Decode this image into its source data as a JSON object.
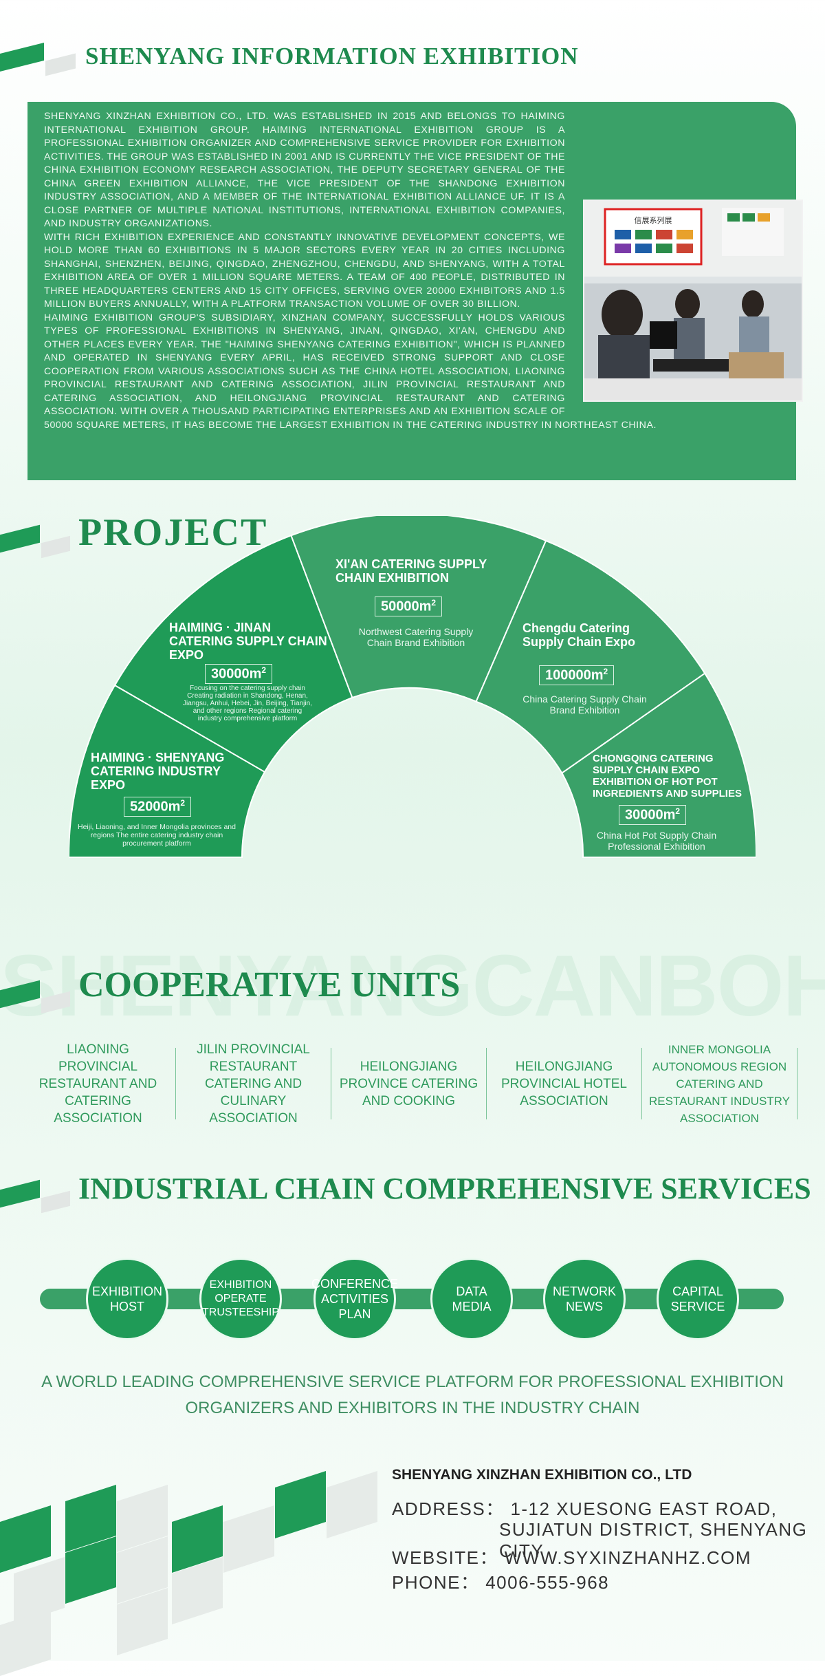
{
  "header": {
    "title": "SHENYANG INFORMATION EXHIBITION"
  },
  "intro": {
    "paragraphs": [
      "SHENYANG XINZHAN EXHIBITION CO., LTD. WAS ESTABLISHED IN 2015 AND BELONGS TO HAIMING INTERNATIONAL EXHIBITION GROUP. HAIMING INTERNATIONAL EXHIBITION GROUP IS A PROFESSIONAL EXHIBITION ORGANIZER AND COMPREHENSIVE SERVICE PROVIDER FOR EXHIBITION ACTIVITIES. THE GROUP WAS ESTABLISHED IN 2001 AND IS CURRENTLY THE VICE PRESIDENT OF THE CHINA EXHIBITION ECONOMY RESEARCH ASSOCIATION, THE DEPUTY SECRETARY GENERAL OF THE CHINA GREEN EXHIBITION ALLIANCE, THE VICE PRESIDENT OF THE SHANDONG EXHIBITION INDUSTRY ASSOCIATION, AND A MEMBER OF THE INTERNATIONAL EXHIBITION ALLIANCE UF. IT IS A CLOSE PARTNER OF MULTIPLE NATIONAL INSTITUTIONS, INTERNATIONAL EXHIBITION COMPANIES, AND INDUSTRY ORGANIZATIONS.",
      "WITH RICH EXHIBITION EXPERIENCE AND CONSTANTLY INNOVATIVE DEVELOPMENT CONCEPTS, WE HOLD MORE THAN 60 EXHIBITIONS IN 5 MAJOR SECTORS EVERY YEAR IN 20 CITIES INCLUDING SHANGHAI, SHENZHEN, BEIJING, QINGDAO, ZHENGZHOU, CHENGDU, AND SHENYANG, WITH A TOTAL EXHIBITION AREA OF OVER 1 MILLION SQUARE METERS. A TEAM OF 400 PEOPLE, DISTRIBUTED IN THREE HEADQUARTERS CENTERS AND 15 CITY OFFICES, SERVING OVER 20000 EXHIBITORS AND 1.5 MILLION BUYERS ANNUALLY, WITH A PLATFORM TRANSACTION VOLUME OF OVER 30 BILLION.",
      "HAIMING EXHIBITION GROUP'S SUBSIDIARY, XINZHAN COMPANY, SUCCESSFULLY HOLDS VARIOUS TYPES OF PROFESSIONAL EXHIBITIONS IN SHENYANG, JINAN, QINGDAO, XI'AN, CHENGDU AND OTHER PLACES EVERY YEAR. THE \"HAIMING SHENYANG CATERING EXHIBITION\", WHICH IS PLANNED AND OPERATED IN SHENYANG EVERY APRIL, HAS RECEIVED STRONG SUPPORT AND CLOSE COOPERATION FROM VARIOUS ASSOCIATIONS SUCH AS THE CHINA HOTEL ASSOCIATION, LIAONING PROVINCIAL RESTAURANT AND CATERING ASSOCIATION, JILIN PROVINCIAL RESTAURANT AND CATERING ASSOCIATION, AND HEILONGJIANG PROVINCIAL RESTAURANT AND CATERING ASSOCIATION. WITH OVER A THOUSAND PARTICIPATING ENTERPRISES AND AN EXHIBITION SCALE OF 50000 SQUARE METERS, IT HAS BECOME THE LARGEST EXHIBITION IN THE CATERING INDUSTRY IN NORTHEAST CHINA."
    ],
    "photo_board_text": "信展系列展"
  },
  "project": {
    "title": "PROJECT",
    "area_unit": "2",
    "segments": [
      {
        "title": "HAIMING · SHENYANG CATERING INDUSTRY EXPO",
        "area": "52000m",
        "desc": "Heiji, Liaoning, and Inner Mongolia provinces and regions The entire catering industry chain procurement platform"
      },
      {
        "title": "HAIMING · JINAN CATERING SUPPLY CHAIN EXPO",
        "area": "30000m",
        "desc": "Focusing on the catering supply chain Creating radiation in Shandong, Henan, Jiangsu, Anhui, Hebei, Jin, Beijing, Tianjin, and other regions Regional catering industry comprehensive platform"
      },
      {
        "title": "XI'AN CATERING SUPPLY CHAIN EXHIBITION",
        "area": "50000m",
        "desc": "Northwest Catering Supply Chain Brand Exhibition"
      },
      {
        "title": "Chengdu Catering Supply Chain Expo",
        "area": "100000m",
        "desc": "China Catering Supply Chain Brand Exhibition"
      },
      {
        "title": "CHONGQING CATERING SUPPLY CHAIN EXPO EXHIBITION OF HOT POT INGREDIENTS AND SUPPLIES",
        "area": "30000m",
        "desc": "China Hot Pot Supply Chain Professional Exhibition"
      }
    ]
  },
  "watermark": "SHENYANGCANBOHUI",
  "cooperative": {
    "title": "COOPERATIVE UNITS",
    "units": [
      "LIAONING PROVINCIAL RESTAURANT AND CATERING ASSOCIATION",
      "JILIN PROVINCIAL RESTAURANT CATERING AND CULINARY ASSOCIATION",
      "HEILONGJIANG PROVINCE CATERING AND COOKING",
      "HEILONGJIANG PROVINCIAL HOTEL ASSOCIATION",
      "INNER MONGOLIA AUTONOMOUS REGION CATERING AND RESTAURANT INDUSTRY ASSOCIATION"
    ]
  },
  "services": {
    "title": "INDUSTRIAL CHAIN COMPREHENSIVE SERVICES",
    "items": [
      [
        "EXHIBITION",
        "HOST"
      ],
      [
        "EXHIBITION",
        "OPERATE",
        "TRUSTEESHIP"
      ],
      [
        "CONFERENCE",
        "ACTIVITIES",
        "PLAN"
      ],
      [
        "DATA",
        "MEDIA"
      ],
      [
        "NETWORK",
        "NEWS"
      ],
      [
        "CAPITAL",
        "SERVICE"
      ]
    ],
    "tagline": "A WORLD LEADING COMPREHENSIVE SERVICE PLATFORM FOR PROFESSIONAL EXHIBITION ORGANIZERS AND EXHIBITORS IN THE INDUSTRY CHAIN"
  },
  "contact": {
    "company": "SHENYANG XINZHAN EXHIBITION CO., LTD",
    "address_label": "ADDRESS：",
    "address_line1": "1-12 XUESONG EAST ROAD,",
    "address_line2": "SUJIATUN DISTRICT, SHENYANG CITY",
    "website_label": "WEBSITE：",
    "website": "WWW.SYXINZHANHZ.COM",
    "phone_label": "PHONE：",
    "phone": "4006-555-968"
  },
  "colors": {
    "primary": "#1f9b57",
    "panel": "#3aa168",
    "light": "#e2e6e4"
  }
}
